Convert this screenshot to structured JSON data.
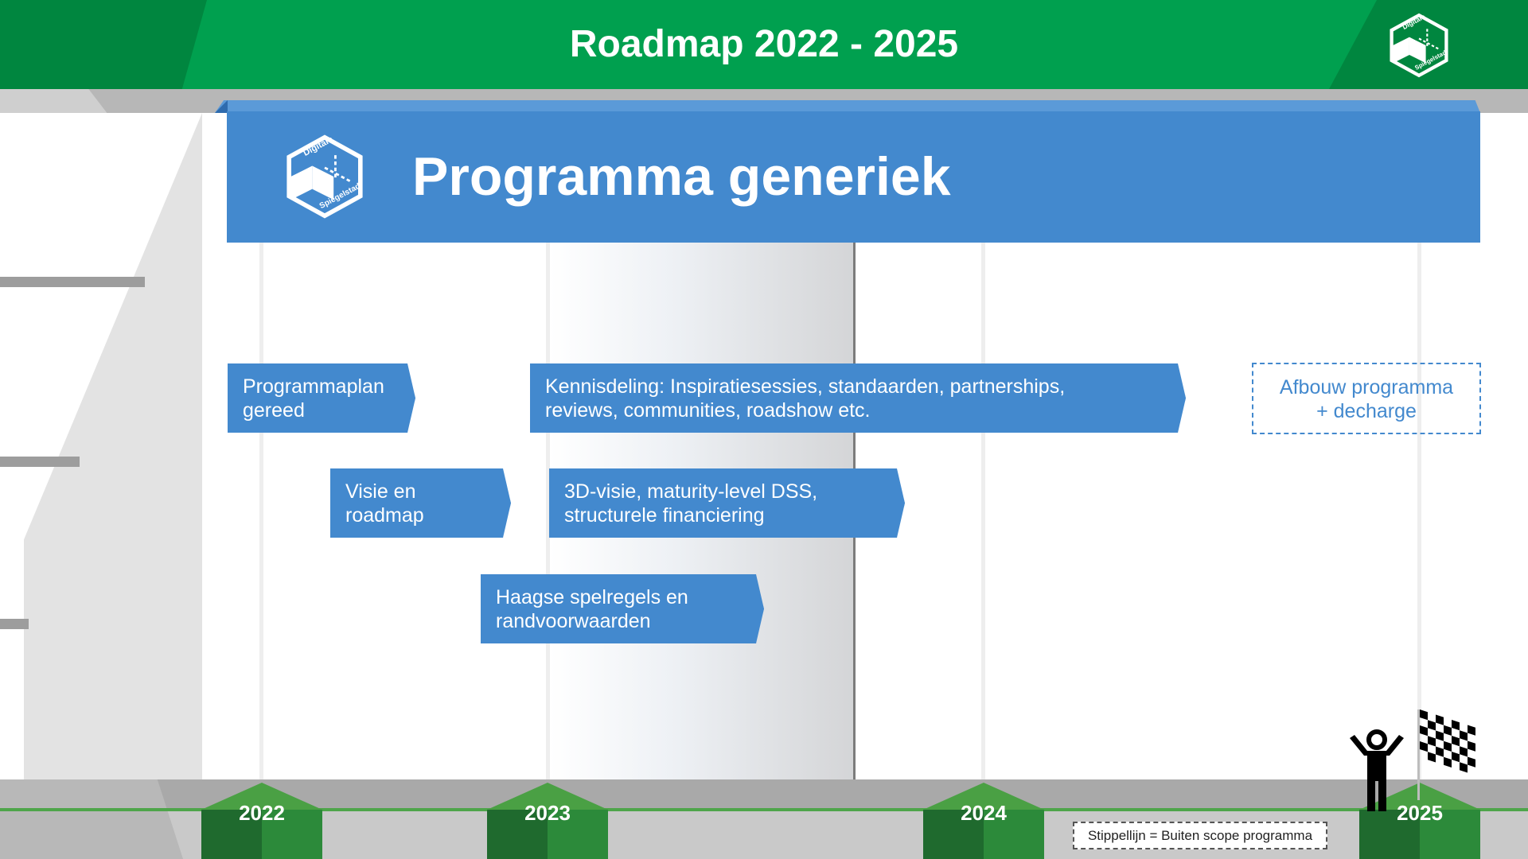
{
  "header": {
    "title": "Roadmap 2022 - 2025",
    "logo_text_top": "Digitale",
    "logo_text_bottom": "Spiegelstad"
  },
  "program": {
    "title": "Programma generiek",
    "logo_text_top": "Digitale",
    "logo_text_bottom": "Spiegelstad"
  },
  "tasks": {
    "programmaplan": {
      "line1": "Programmaplan",
      "line2": "gereed"
    },
    "kennisdeling": {
      "line1": "Kennisdeling: Inspiratiesessies, standaarden, partnerships,",
      "line2": "reviews, communities, roadshow etc."
    },
    "afbouw": {
      "line1": "Afbouw programma",
      "line2": "+ decharge"
    },
    "visie": {
      "line1": "Visie en",
      "line2": "roadmap"
    },
    "driedvisie": {
      "line1": "3D-visie, maturity-level DSS,",
      "line2": "structurele financiering"
    },
    "haagse": {
      "line1": "Haagse spelregels en",
      "line2": "randvoorwaarden"
    }
  },
  "timeline": {
    "years": [
      "2022",
      "2023",
      "2024",
      "2025"
    ]
  },
  "legend": {
    "text": "Stippellijn = Buiten scope programma"
  },
  "icons": {
    "logo": "digitale-spiegelstad-cube-icon",
    "person": "person-arms-up-icon",
    "flag": "checkered-flag-icon"
  },
  "colors": {
    "header_green": "#00a04f",
    "program_blue": "#4389ce",
    "milestone_green": "#4aa044"
  }
}
